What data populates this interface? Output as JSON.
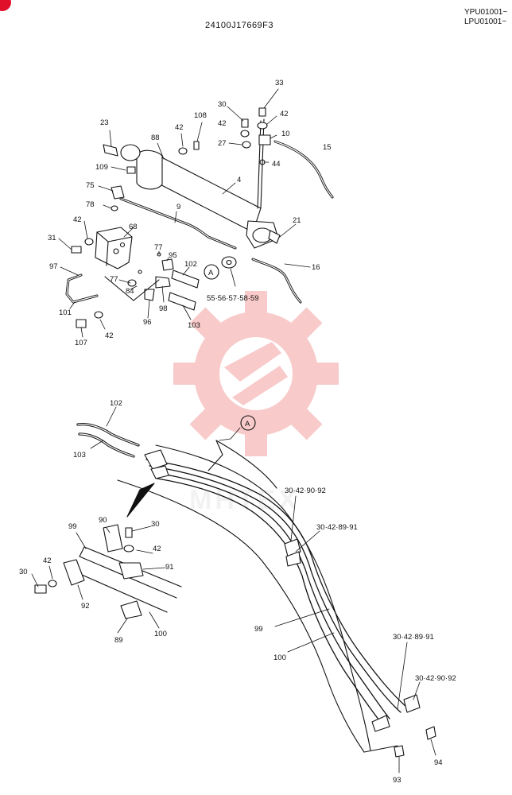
{
  "header": {
    "part_number": "24100J17669F3",
    "serial_1": "YPU01001~",
    "serial_2": "LPU01001~"
  },
  "watermark": {
    "text": "MHTEX",
    "color": "#f4a0a0"
  },
  "callout_letter": "A",
  "labels": {
    "p33": "33",
    "p30a": "30",
    "p42a": "42",
    "p42b": "42",
    "p10": "10",
    "p15": "15",
    "p27": "27",
    "p44": "44",
    "p23": "23",
    "p88": "88",
    "p42c": "42",
    "p108": "108",
    "p109": "109",
    "p4": "4",
    "p75": "75",
    "p78": "78",
    "p9": "9",
    "p42d": "42",
    "p68": "68",
    "p21": "21",
    "p31": "31",
    "p77a": "77",
    "p95": "95",
    "p102a": "102",
    "p16": "16",
    "p97": "97",
    "p77b": "77",
    "p84": "84",
    "p98": "98",
    "p55": "55·56·57·58·59",
    "p101": "101",
    "p96": "96",
    "p103a": "103",
    "p107": "107",
    "p42e": "42",
    "p102b": "102",
    "p103b": "103",
    "p30_42_90_92a": "30·42·90·92",
    "p30_42_89_91a": "30·42·89·91",
    "p99a": "99",
    "p90": "90",
    "p30b": "30",
    "p42f": "42",
    "p91": "91",
    "p42g": "42",
    "p30c": "30",
    "p92": "92",
    "p89": "89",
    "p100a": "100",
    "p99b": "99",
    "p100b": "100",
    "p30_42_89_91b": "30·42·89·91",
    "p30_42_90_92b": "30·42·90·92",
    "p94": "94",
    "p93": "93"
  }
}
